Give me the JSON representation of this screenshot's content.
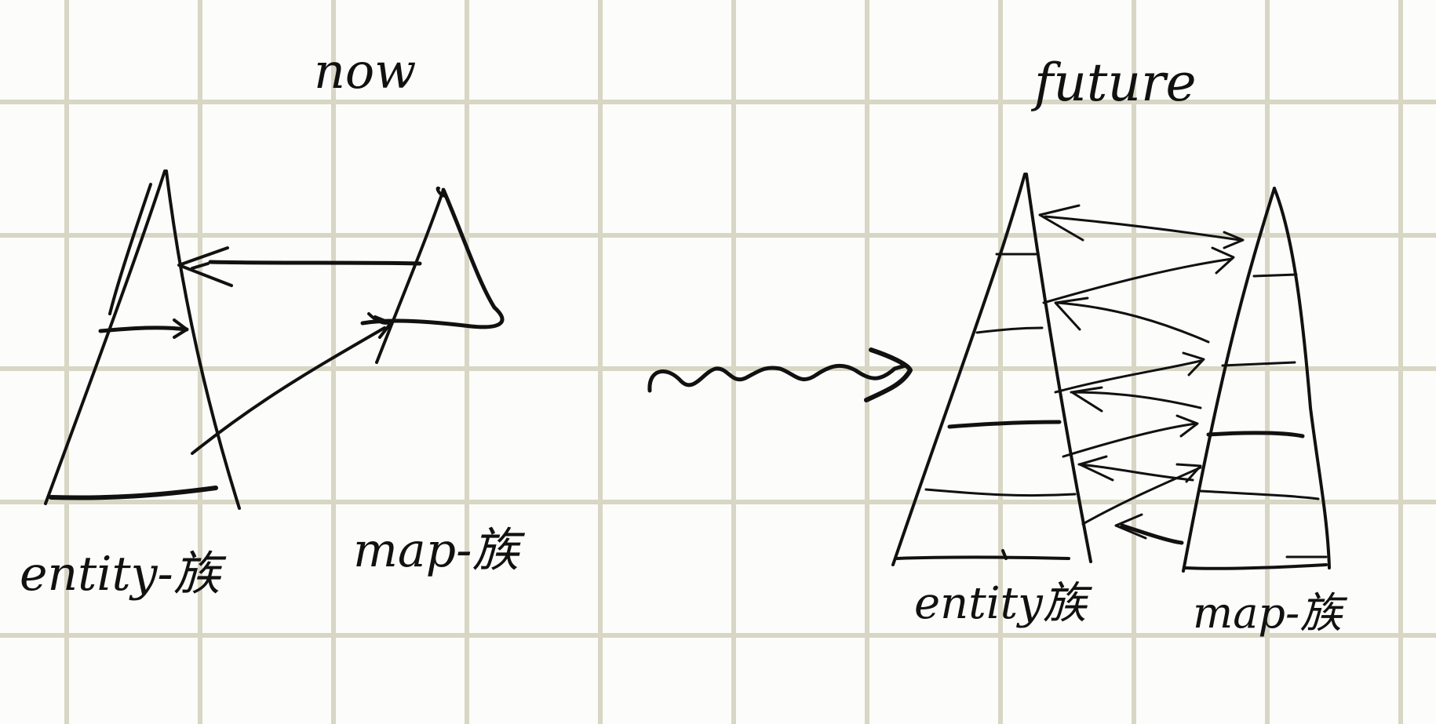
{
  "diagram": {
    "left_panel": {
      "title": "now",
      "left_pyramid_label": "entity-族",
      "right_pyramid_label": "map-族"
    },
    "right_panel": {
      "title": "future",
      "left_pyramid_label": "entity族",
      "right_pyramid_label": "map-族"
    }
  },
  "colors": {
    "ink": "#111111",
    "grid": "#d8d6c4",
    "paper": "#fcfcfa"
  },
  "icons": {
    "transition": "squiggly-arrow-icon"
  }
}
